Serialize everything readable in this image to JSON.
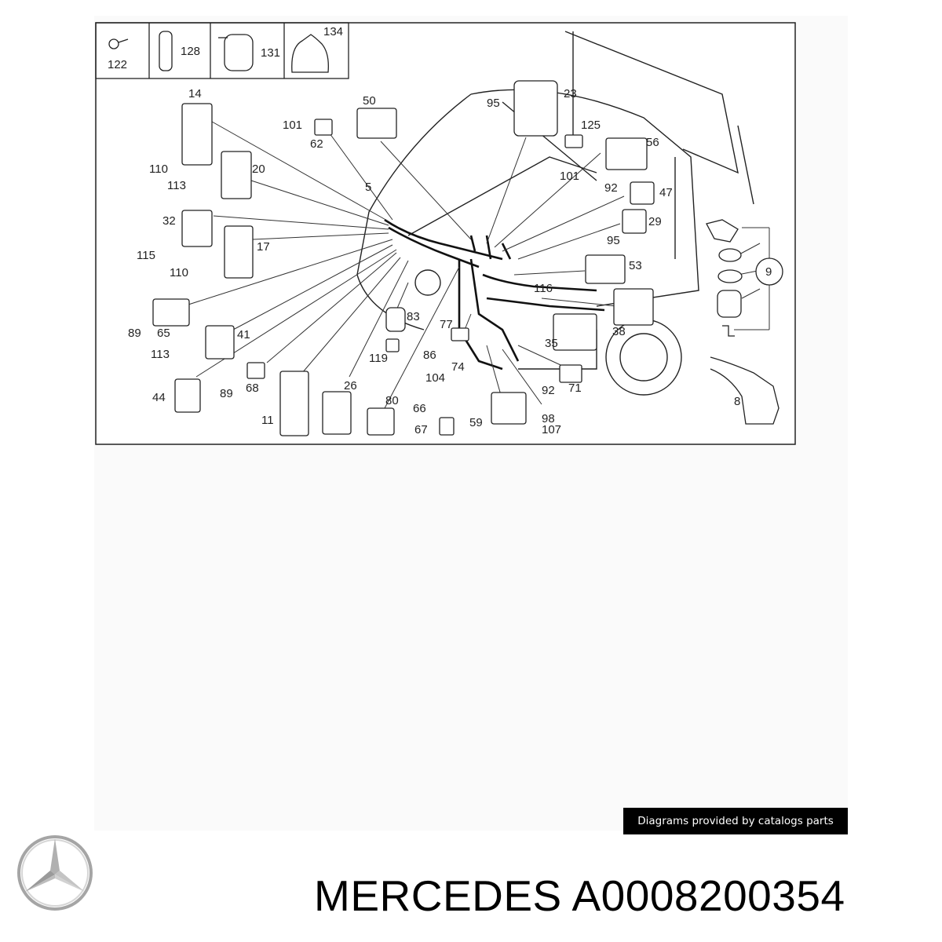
{
  "diagram": {
    "legend_labels": [
      "122",
      "128",
      "131",
      "134"
    ],
    "part_labels": [
      "14",
      "50",
      "95",
      "23",
      "101",
      "62",
      "125",
      "56",
      "110",
      "113",
      "20",
      "101",
      "5",
      "92",
      "47",
      "32",
      "115",
      "17",
      "29",
      "95",
      "110",
      "53",
      "9",
      "116",
      "65",
      "89",
      "83",
      "77",
      "38",
      "41",
      "113",
      "35",
      "86",
      "119",
      "74",
      "104",
      "92",
      "71",
      "89",
      "68",
      "44",
      "26",
      "80",
      "66",
      "98",
      "107",
      "67",
      "59",
      "11",
      "8"
    ]
  },
  "credit": "Diagrams provided by catalogs parts",
  "brand": {
    "title": "MERCEDES A0008200354",
    "logo_icon": "mercedes-star-icon"
  }
}
